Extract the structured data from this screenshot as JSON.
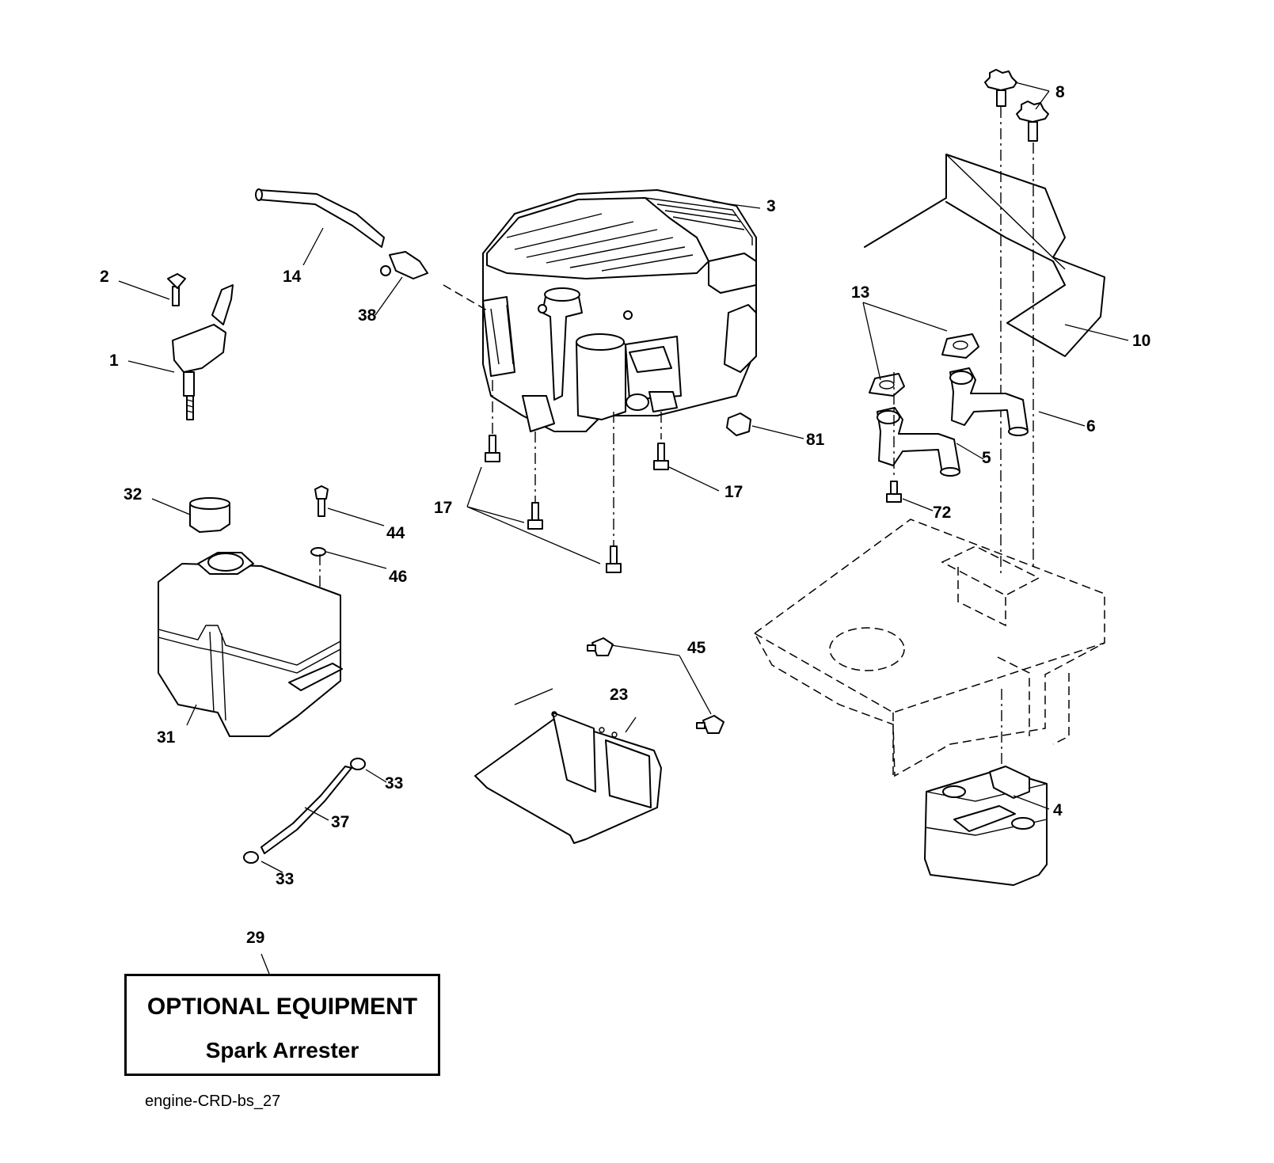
{
  "callouts": {
    "c1": "1",
    "c2": "2",
    "c3": "3",
    "c4": "4",
    "c5": "5",
    "c6": "6",
    "c8": "8",
    "c10": "10",
    "c13": "13",
    "c14": "14",
    "c17a": "17",
    "c17b": "17",
    "c23": "23",
    "c29": "29",
    "c31": "31",
    "c32": "32",
    "c33a": "33",
    "c33b": "33",
    "c37": "37",
    "c38": "38",
    "c44": "44",
    "c45": "45",
    "c46": "46",
    "c72": "72",
    "c81": "81"
  },
  "note": {
    "line1": "OPTIONAL EQUIPMENT",
    "line2": "Spark Arrester"
  },
  "caption": "engine-CRD-bs_27"
}
